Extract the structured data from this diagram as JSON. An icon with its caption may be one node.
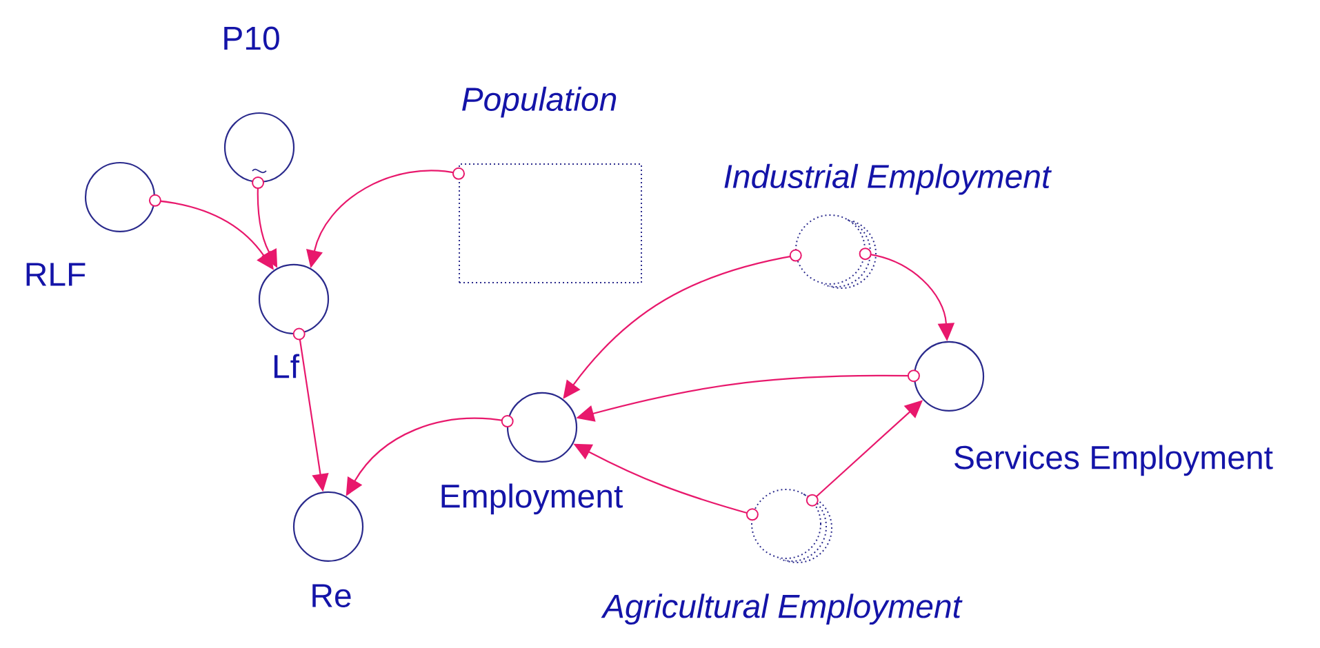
{
  "diagram": {
    "nodes": [
      {
        "text": [
          "P10"
        ]
      },
      {
        "text": [
          "RLF"
        ]
      },
      {
        "text": [
          "Population"
        ]
      },
      {
        "text": [
          "Industrial Employment"
        ]
      },
      {
        "text": [
          "Lf"
        ]
      },
      {
        "text": [
          "Services Employment"
        ]
      },
      {
        "text": [
          "Employment"
        ]
      },
      {
        "text": [
          "Agricultural Employment"
        ]
      },
      {
        "text": [
          "Re"
        ]
      }
    ],
    "edges": [
      {
        "from": 0,
        "to": 4,
        "arrow": "to"
      },
      {
        "from": 1,
        "to": 4,
        "arrow": "to"
      },
      {
        "from": 2,
        "to": 4,
        "arrow": "to"
      },
      {
        "from": 4,
        "to": 8,
        "arrow": "to"
      },
      {
        "from": 6,
        "to": 8,
        "arrow": "to"
      },
      {
        "from": 3,
        "to": 6,
        "arrow": "to"
      },
      {
        "from": 3,
        "to": 5,
        "arrow": "to"
      },
      {
        "from": 5,
        "to": 6,
        "arrow": "to"
      },
      {
        "from": 7,
        "to": 6,
        "arrow": "to"
      },
      {
        "from": 7,
        "to": 5,
        "arrow": "to"
      }
    ]
  }
}
